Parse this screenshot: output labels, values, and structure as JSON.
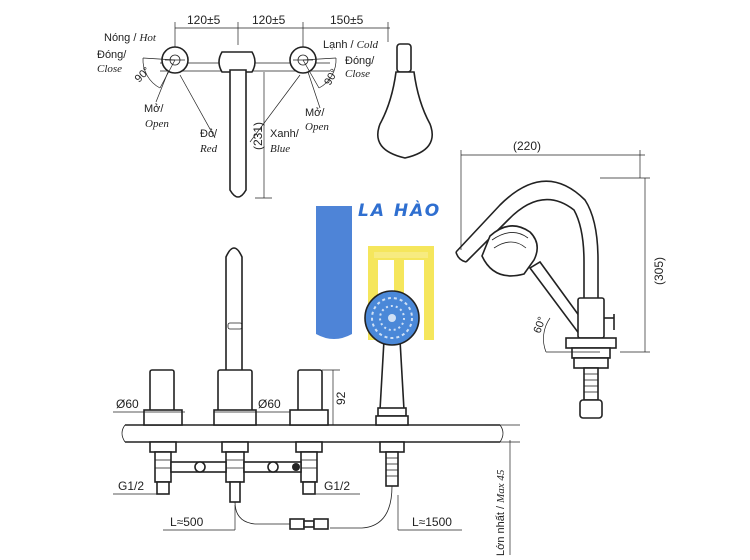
{
  "logo": {
    "text": "LA HÀO",
    "colors": {
      "blue": "#2f6fd0",
      "yellow": "#f4e34a"
    }
  },
  "top_view": {
    "dims": {
      "d1": "120±5",
      "d2": "120±5",
      "d3": "150±5",
      "height": "(231)"
    },
    "left_valve": {
      "hot": "Nóng / ",
      "hot_en": "Hot",
      "close": "Đóng/",
      "close_en": "Close",
      "angle": "90°",
      "open": "Mở/",
      "open_en": "Open"
    },
    "center": {
      "red": "Đỏ/",
      "red_en": "Red",
      "blue": "Xanh/",
      "blue_en": "Blue"
    },
    "right_valve": {
      "cold": "Lạnh / ",
      "cold_en": "Cold",
      "close": "Đóng/",
      "close_en": "Close",
      "angle": "90°",
      "open": "Mở/",
      "open_en": "Open"
    }
  },
  "side_view": {
    "width": "(220)",
    "height": "(305)",
    "angle": "60°"
  },
  "front_view": {
    "diam_left": "Ø60",
    "diam_center": "Ø60",
    "height": "92",
    "thread_left": "G1/2",
    "thread_right": "G1/2",
    "hose_short": "L≈500",
    "hose_long": "L≈1500",
    "max_label": "Lớn nhất / ",
    "max_value": "Max 45"
  }
}
